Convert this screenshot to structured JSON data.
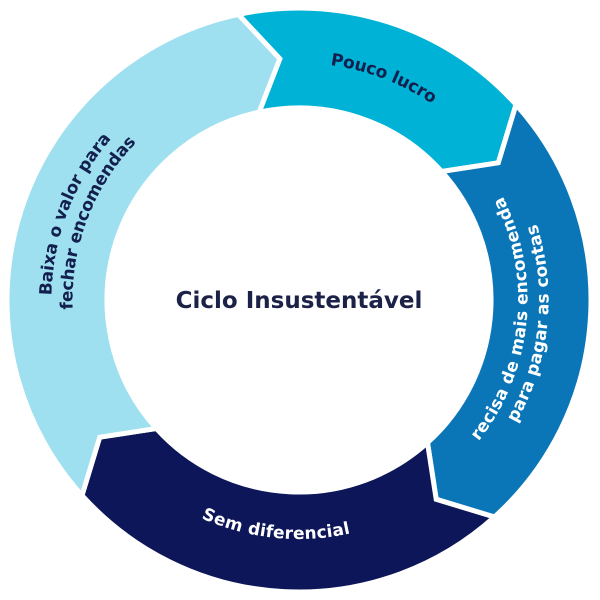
{
  "center_title": "Ciclo Insustentável",
  "segments": [
    {
      "lines": [
        "Pouco lucro"
      ],
      "color": "#00b2d6",
      "text_color": "#13204d"
    },
    {
      "lines": [
        "Precisa de mais encomendas",
        "para pagar as contas"
      ],
      "color": "#0a76b8",
      "text_color": "#ffffff"
    },
    {
      "lines": [
        "Sem diferencial"
      ],
      "color": "#0d1658",
      "text_color": "#ffffff"
    },
    {
      "lines": [
        "Baixa o valor para",
        "fechar encomendas"
      ],
      "color": "#9edff0",
      "text_color": "#13204d"
    }
  ],
  "center_text_color": "#1b2147"
}
